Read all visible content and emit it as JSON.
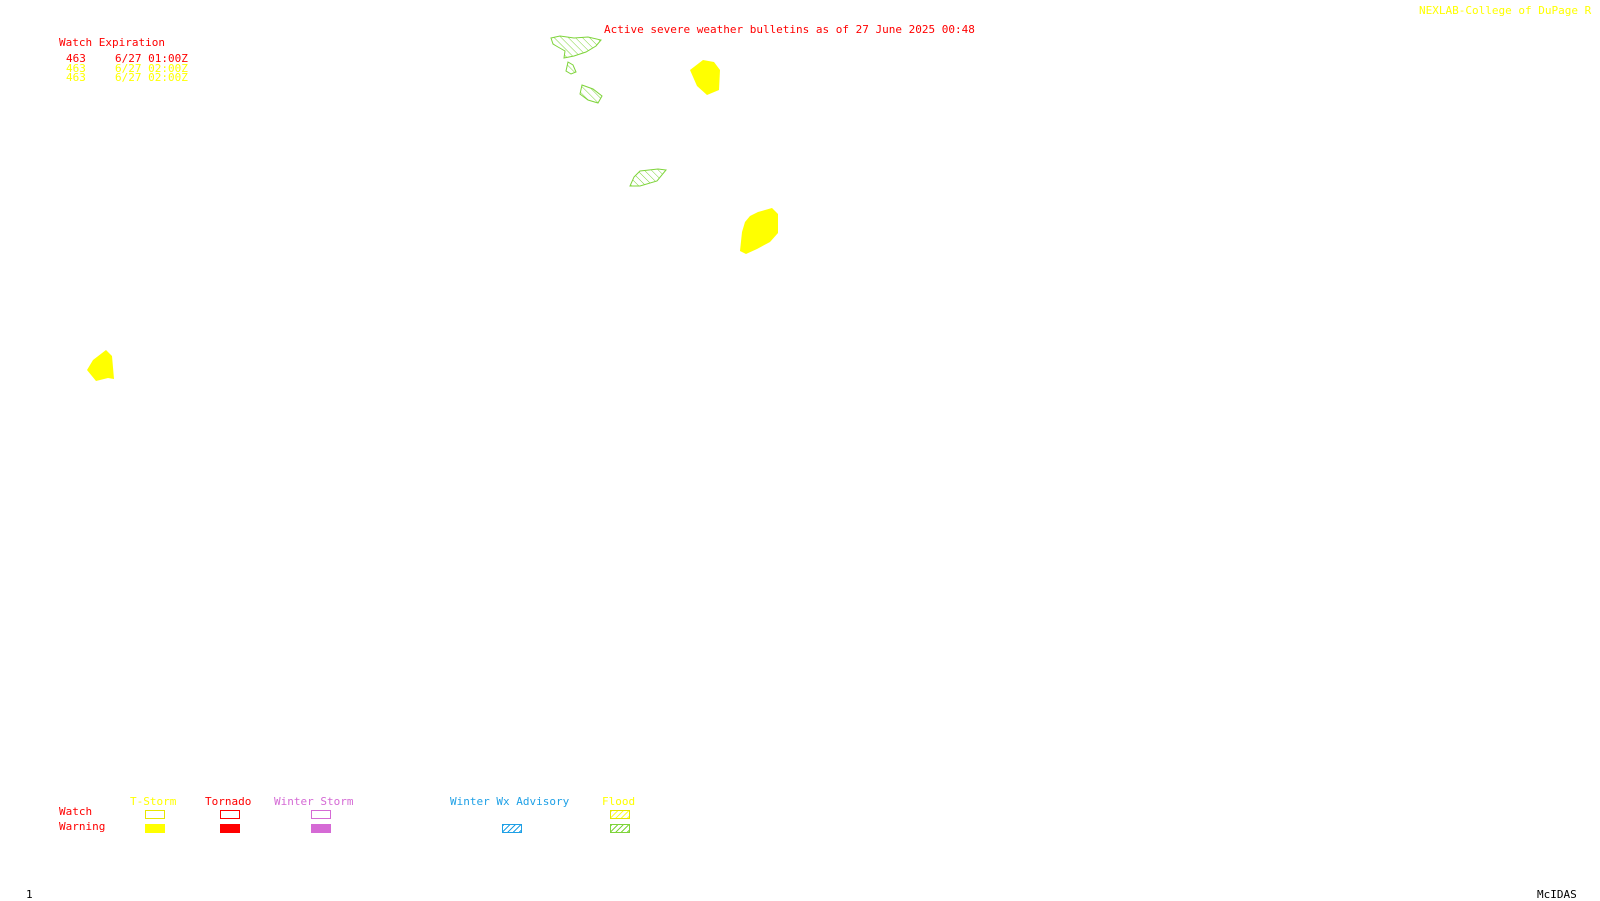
{
  "header": {
    "bulletin_title": "Active severe weather bulletins as of 27 June 2025 00:48",
    "source": "NEXLAB-College of DuPage R"
  },
  "watch_list": {
    "heading": "Watch Expiration",
    "rows": [
      {
        "id": "463",
        "expires": "6/27 01:00Z",
        "color": "#ff0000"
      },
      {
        "id": "463",
        "expires": "6/27 02:00Z",
        "color": "#ffff00"
      },
      {
        "id": "463",
        "expires": "6/27 02:00Z",
        "color": "#ffff00"
      }
    ]
  },
  "legend": {
    "row_labels": {
      "watch": "Watch",
      "warning": "Warning"
    },
    "categories": [
      {
        "name": "T-Storm",
        "color": "#ffff00"
      },
      {
        "name": "Tornado",
        "color": "#ff0000"
      },
      {
        "name": "Winter Storm",
        "color": "#d56ad5"
      },
      {
        "name": "Winter Wx Advisory",
        "color": "#1ea0e6"
      },
      {
        "name": "Flood",
        "color": "#ffff00"
      }
    ]
  },
  "map": {
    "warning_areas": [
      {
        "type": "T-Storm warning",
        "color": "#ffff00"
      },
      {
        "type": "T-Storm warning",
        "color": "#ffff00"
      },
      {
        "type": "T-Storm warning",
        "color": "#ffff00"
      },
      {
        "type": "Flood warning",
        "color": "#7ed43a"
      },
      {
        "type": "Flood warning",
        "color": "#7ed43a"
      },
      {
        "type": "Flood warning",
        "color": "#7ed43a"
      },
      {
        "type": "Flood warning",
        "color": "#7ed43a"
      }
    ]
  },
  "footer": {
    "frame_number": "1",
    "software": "McIDAS"
  }
}
